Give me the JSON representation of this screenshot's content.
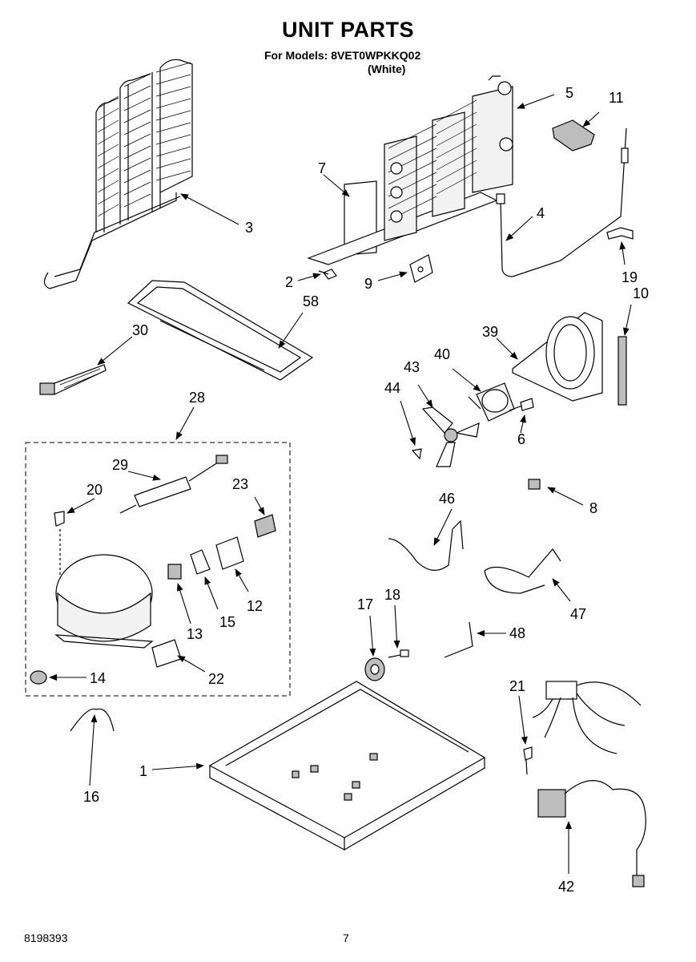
{
  "header": {
    "title": "UNIT PARTS",
    "models_line": "For Models: 8VET0WPKKQ02",
    "color_line": "(White)"
  },
  "callouts": {
    "p1": "1",
    "p2": "2",
    "p3": "3",
    "p4": "4",
    "p5": "5",
    "p6": "6",
    "p7": "7",
    "p8": "8",
    "p9": "9",
    "p10": "10",
    "p11": "11",
    "p12": "12",
    "p13": "13",
    "p14": "14",
    "p15": "15",
    "p16": "16",
    "p17": "17",
    "p18": "18",
    "p19": "19",
    "p20": "20",
    "p21": "21",
    "p22": "22",
    "p23": "23",
    "p28": "28",
    "p29": "29",
    "p30": "30",
    "p39": "39",
    "p40": "40",
    "p42": "42",
    "p43": "43",
    "p44": "44",
    "p46": "46",
    "p47": "47",
    "p48": "48",
    "p58": "58"
  },
  "footer": {
    "doc_number": "8198393",
    "page_number": "7"
  }
}
